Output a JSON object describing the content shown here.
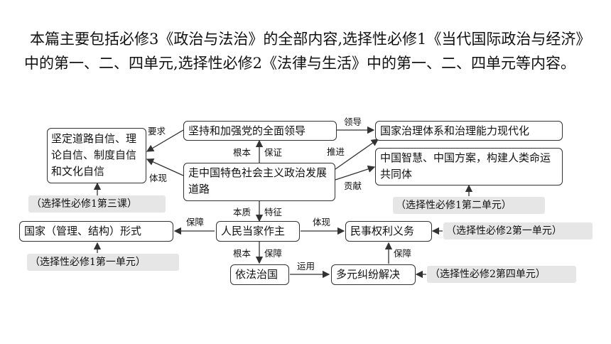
{
  "intro_text": "本篇主要包括必修3《政治与法治》的全部内容,选择性必修1《当代国际政治与经济》中的第一、二、四单元,选择性必修2《法律与生活》中的第一、二、四单元等内容。",
  "diagram": {
    "boxes": {
      "four_confidences": "坚定道路自信、理论自信、制度自信和文化自信",
      "party_leadership": "坚持和加强党的全面领导",
      "socialist_road": "走中国特色社会主义政治发展道路",
      "governance_modernization": "国家治理体系和治理能力现代化",
      "china_wisdom": "中国智慧、中国方案，构建人类命运共同体",
      "state_form": "国家（管理、结构）形式",
      "people_masters": "人民当家作主",
      "civil_rights": "民事权利义务",
      "rule_of_law": "依法治国",
      "dispute_resolution": "多元纠纷解决"
    },
    "sources": {
      "elective1_lesson3": "（选择性必修1第三课）",
      "elective1_unit2": "（选择性必修1第二单元）",
      "elective2_unit1": "（选择性必修2第一单元）",
      "elective1_unit1": "（选择性必修1第一单元）",
      "elective2_unit4": "（选择性必修2第四单元）"
    },
    "labels": {
      "require": "要求",
      "lead": "领导",
      "foundation_1": "根本",
      "guarantee_1": "保证",
      "promote": "推进",
      "embody_1": "体现",
      "contribute": "贡献",
      "essence": "本质",
      "feature": "特征",
      "guarantee_2": "保障",
      "embody_2": "体现",
      "foundation_2": "根本",
      "guarantee_3": "保障",
      "apply": "运用",
      "guarantee_4": "保障"
    }
  }
}
